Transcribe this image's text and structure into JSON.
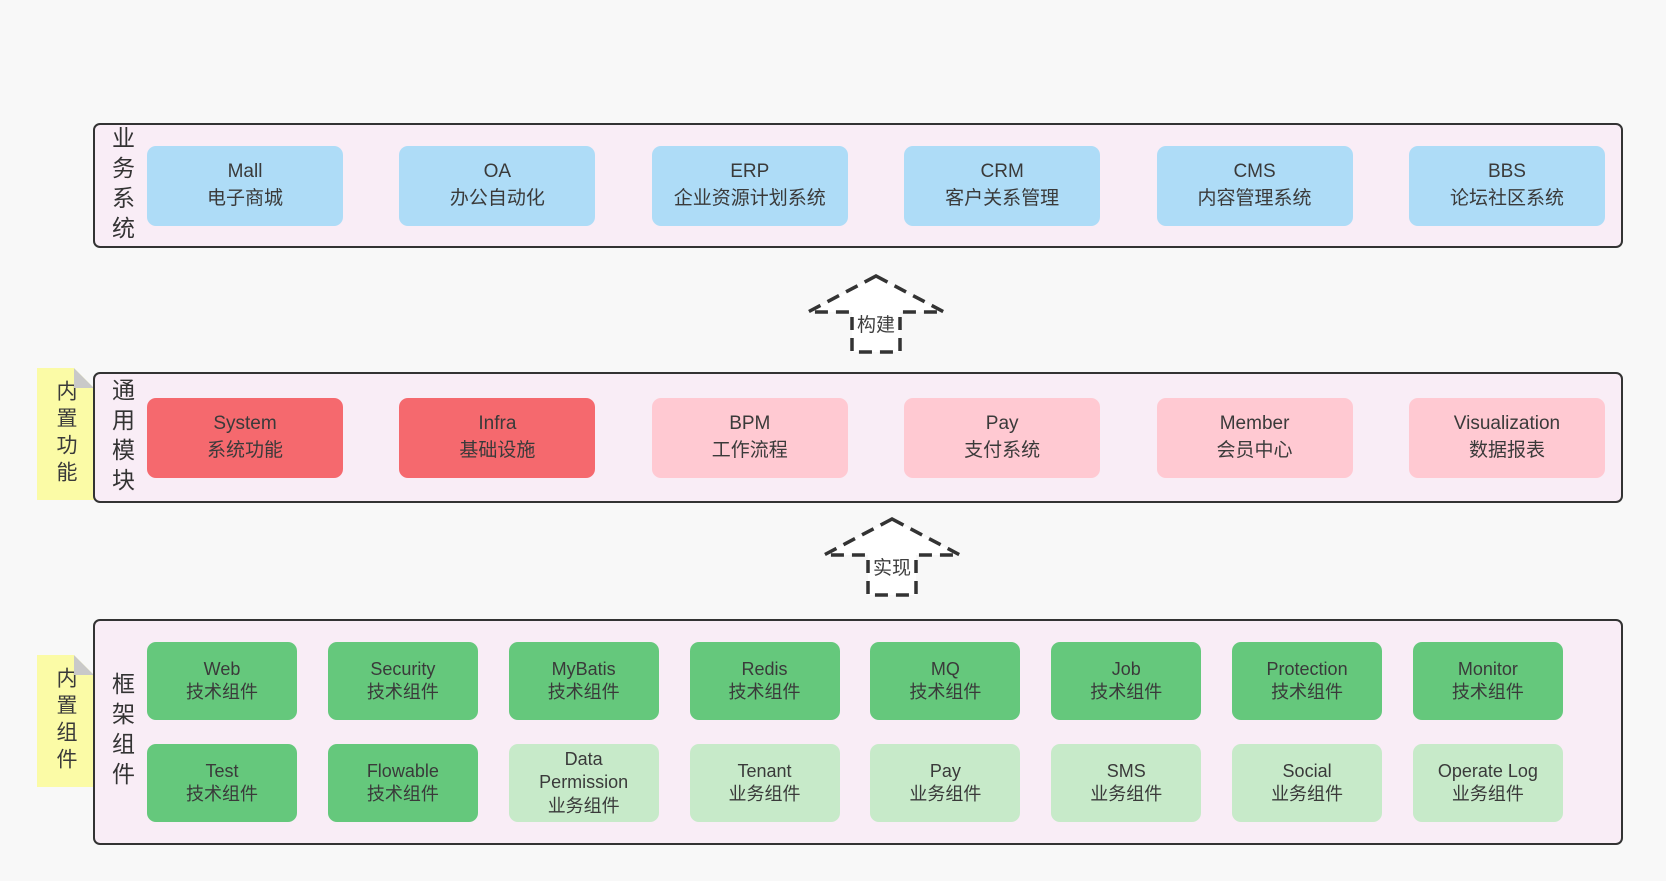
{
  "colors": {
    "page_bg": "#f8f8f8",
    "panel_bg": "#f9edf6",
    "panel_border": "#333333",
    "text": "#333333",
    "blue": "#aedcf7",
    "red": "#f5696e",
    "pink": "#ffc9d2",
    "green": "#65c87c",
    "light_green": "#c7eac9",
    "yellow_note": "#fbfba6",
    "note_fold": "#c9c9c9"
  },
  "arrows": [
    {
      "label": "构建"
    },
    {
      "label": "实现"
    }
  ],
  "panels": [
    {
      "title": "业务系统",
      "boxes": [
        {
          "name": "Mall",
          "subtitle": "电子商城",
          "color": "blue"
        },
        {
          "name": "OA",
          "subtitle": "办公自动化",
          "color": "blue"
        },
        {
          "name": "ERP",
          "subtitle": "企业资源计划系统",
          "color": "blue"
        },
        {
          "name": "CRM",
          "subtitle": "客户关系管理",
          "color": "blue"
        },
        {
          "name": "CMS",
          "subtitle": "内容管理系统",
          "color": "blue"
        },
        {
          "name": "BBS",
          "subtitle": "论坛社区系统",
          "color": "blue"
        }
      ]
    },
    {
      "title": "通用模块",
      "note": "内置功能",
      "boxes": [
        {
          "name": "System",
          "subtitle": "系统功能",
          "color": "red"
        },
        {
          "name": "Infra",
          "subtitle": "基础设施",
          "color": "red"
        },
        {
          "name": "BPM",
          "subtitle": "工作流程",
          "color": "pink"
        },
        {
          "name": "Pay",
          "subtitle": "支付系统",
          "color": "pink"
        },
        {
          "name": "Member",
          "subtitle": "会员中心",
          "color": "pink"
        },
        {
          "name": "Visualization",
          "subtitle": "数据报表",
          "color": "pink"
        }
      ]
    },
    {
      "title": "框架组件",
      "note": "内置组件",
      "rows": [
        [
          {
            "name": "Web",
            "subtitle": "技术组件",
            "color": "green"
          },
          {
            "name": "Security",
            "subtitle": "技术组件",
            "color": "green"
          },
          {
            "name": "MyBatis",
            "subtitle": "技术组件",
            "color": "green"
          },
          {
            "name": "Redis",
            "subtitle": "技术组件",
            "color": "green"
          },
          {
            "name": "MQ",
            "subtitle": "技术组件",
            "color": "green"
          },
          {
            "name": "Job",
            "subtitle": "技术组件",
            "color": "green"
          },
          {
            "name": "Protection",
            "subtitle": "技术组件",
            "color": "green"
          },
          {
            "name": "Monitor",
            "subtitle": "技术组件",
            "color": "green"
          }
        ],
        [
          {
            "name": "Test",
            "subtitle": "技术组件",
            "color": "green"
          },
          {
            "name": "Flowable",
            "subtitle": "技术组件",
            "color": "green"
          },
          {
            "name": "Data Permission",
            "subtitle": "业务组件",
            "color": "light_green"
          },
          {
            "name": "Tenant",
            "subtitle": "业务组件",
            "color": "light_green"
          },
          {
            "name": "Pay",
            "subtitle": "业务组件",
            "color": "light_green"
          },
          {
            "name": "SMS",
            "subtitle": "业务组件",
            "color": "light_green"
          },
          {
            "name": "Social",
            "subtitle": "业务组件",
            "color": "light_green"
          },
          {
            "name": "Operate Log",
            "subtitle": "业务组件",
            "color": "light_green"
          }
        ]
      ]
    }
  ]
}
